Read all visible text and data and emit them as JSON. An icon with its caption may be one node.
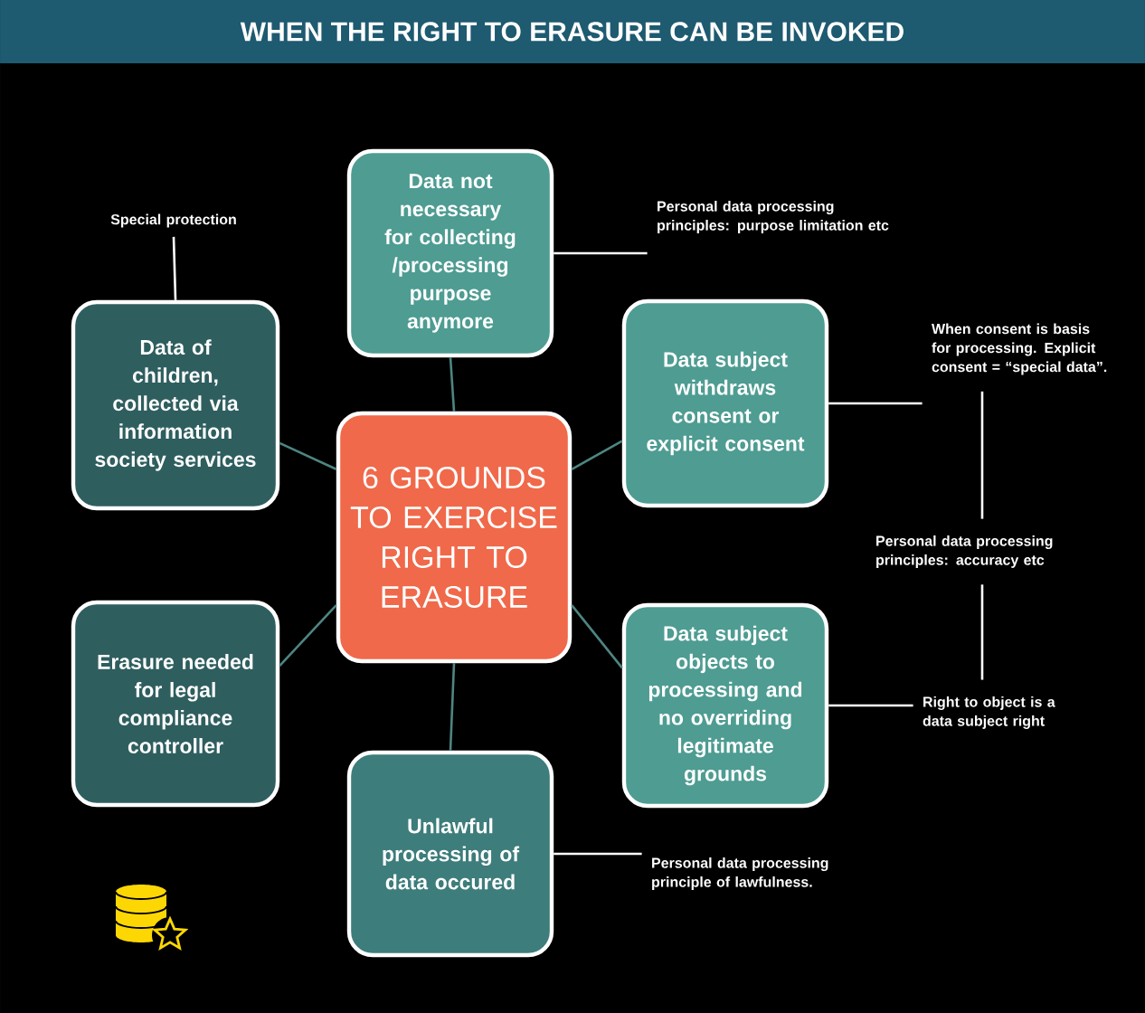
{
  "diagram": {
    "title": "WHEN THE RIGHT TO ERASURE CAN BE INVOKED",
    "nodes": [
      {
        "text": [
          "6 GROUNDS TO EXERCISE RIGHT TO ERASURE"
        ]
      },
      {
        "text": [
          "Data not necessary for collecting /processing purpose anymore"
        ]
      },
      {
        "text": [
          "Data of children, collected via information society services"
        ]
      },
      {
        "text": [
          "Data subject withdraws consent or explicit consent"
        ]
      },
      {
        "text": [
          "Erasure needed for legal compliance controller"
        ]
      },
      {
        "text": [
          "Data subject objects to processing and no overriding legitimate grounds"
        ]
      },
      {
        "text": [
          "Unlawful processing of data occured"
        ]
      },
      {
        "text": [
          "Special protection"
        ]
      },
      {
        "text": [
          "Personal data processing principles:  purpose limitation etc"
        ]
      },
      {
        "text": [
          "When consent is basis for processing. Explicit consent = “special data”."
        ]
      },
      {
        "text": [
          "Personal data processing principles:  accuracy etc"
        ]
      },
      {
        "text": [
          "Right to object is a data subject right"
        ]
      },
      {
        "text": [
          "Personal data processing principle of lawfulness."
        ]
      }
    ],
    "edges": [
      {
        "from": 0,
        "to": 1,
        "arrow": "none",
        "color": "#4e8582"
      },
      {
        "from": 0,
        "to": 2,
        "arrow": "none",
        "color": "#4e8582"
      },
      {
        "from": 0,
        "to": 3,
        "arrow": "none",
        "color": "#4e8582"
      },
      {
        "from": 0,
        "to": 4,
        "arrow": "none",
        "color": "#4e8582"
      },
      {
        "from": 0,
        "to": 5,
        "arrow": "none",
        "color": "#4e8582"
      },
      {
        "from": 0,
        "to": 6,
        "arrow": "none",
        "color": "#4e8582"
      },
      {
        "from": 7,
        "to": 2,
        "arrow": "none"
      },
      {
        "from": 1,
        "to": 8,
        "arrow": "none"
      },
      {
        "from": 3,
        "to": 9,
        "arrow": "none"
      },
      {
        "from": 9,
        "to": 10,
        "arrow": "none"
      },
      {
        "from": 10,
        "to": 11,
        "arrow": "none"
      },
      {
        "from": 5,
        "to": 11,
        "arrow": "none"
      },
      {
        "from": 6,
        "to": 12,
        "arrow": "none"
      }
    ]
  }
}
